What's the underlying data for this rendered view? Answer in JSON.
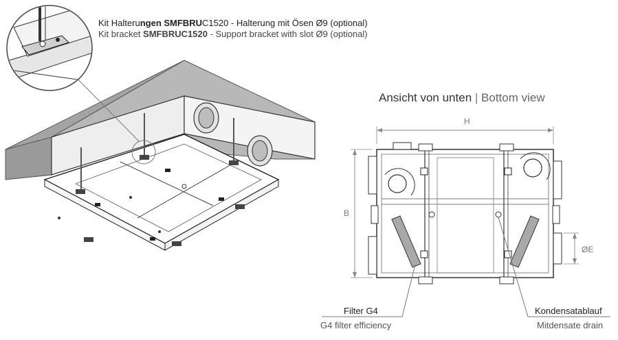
{
  "kit": {
    "line1_a": "Kit Halteru",
    "line1_b": "ngen SMFBRU",
    "line1_c": "C1520 - Halterung mit Ösen Ø9 (optional)",
    "line2_a": "Kit bracket ",
    "line2_b": "SMFBRUC1520",
    "line2_c": " - Support bracket with slot Ø9 (optional)"
  },
  "view": {
    "title_de": "Ansicht von unten",
    "separator": " | ",
    "title_en": "Bottom view"
  },
  "dimensions": {
    "width": "H",
    "height": "B",
    "diameter": "ØE"
  },
  "labels": {
    "filter_de": "Filter G4",
    "filter_en": "G4 filter efficiency",
    "drain_de": "Kondensatablauf",
    "drain_en": "Mitdensate drain"
  },
  "colors": {
    "filter_fill": "#a9a9a9",
    "ceiling_fill": "#b5b5b5",
    "line": "#444444"
  }
}
